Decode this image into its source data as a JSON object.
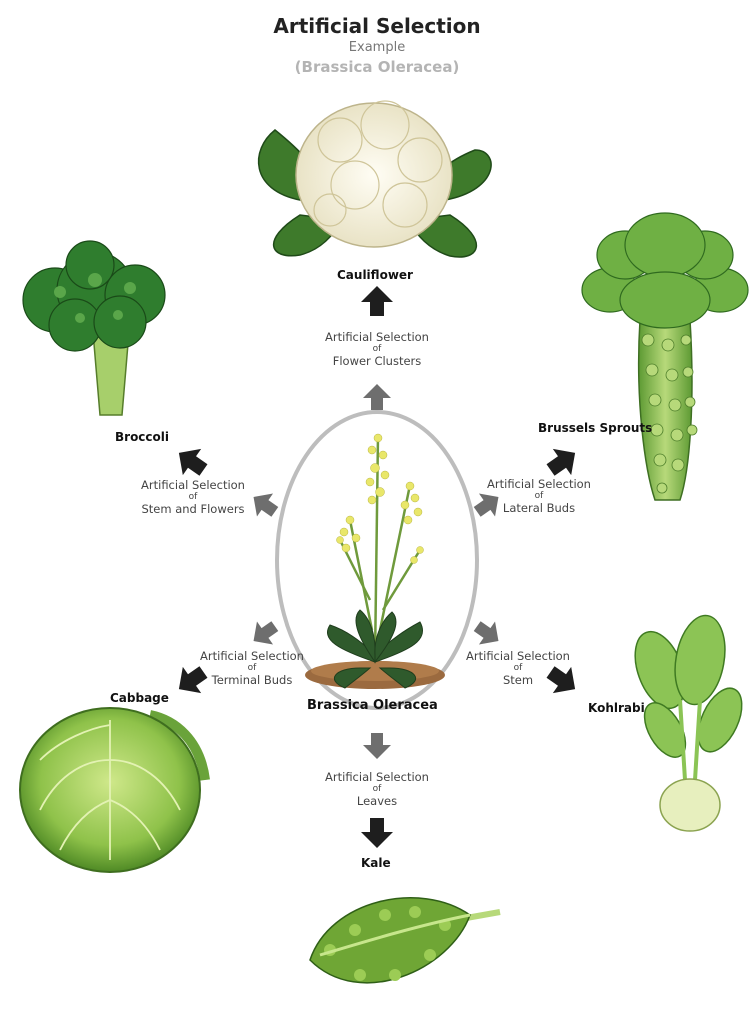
{
  "header": {
    "title": "Artificial Selection",
    "subtitle": "Example",
    "species": "(Brassica Oleracea)"
  },
  "center": {
    "label": "Brassica Oleracea"
  },
  "branches": {
    "cauliflower": {
      "plant": "Cauliflower",
      "sel_line1": "Artificial Selection",
      "sel_of": "of",
      "sel_line2": "Flower Clusters"
    },
    "broccoli": {
      "plant": "Broccoli",
      "sel_line1": "Artificial Selection",
      "sel_of": "of",
      "sel_line2": "Stem and Flowers"
    },
    "brussels": {
      "plant": "Brussels Sprouts",
      "sel_line1": "Artificial Selection",
      "sel_of": "of",
      "sel_line2": "Lateral Buds"
    },
    "cabbage": {
      "plant": "Cabbage",
      "sel_line1": "Artificial Selection",
      "sel_of": "of",
      "sel_line2": "Terminal Buds"
    },
    "kohlrabi": {
      "plant": "Kohlrabi",
      "sel_line1": "Artificial Selection",
      "sel_of": "of",
      "sel_line2": "Stem"
    },
    "kale": {
      "plant": "Kale",
      "sel_line1": "Artificial Selection",
      "sel_of": "of",
      "sel_line2": "Leaves"
    }
  },
  "colors": {
    "arrow_dark": "#1e1e1e",
    "arrow_gray": "#6e6e6e",
    "ellipse": "#bdbdbd"
  }
}
